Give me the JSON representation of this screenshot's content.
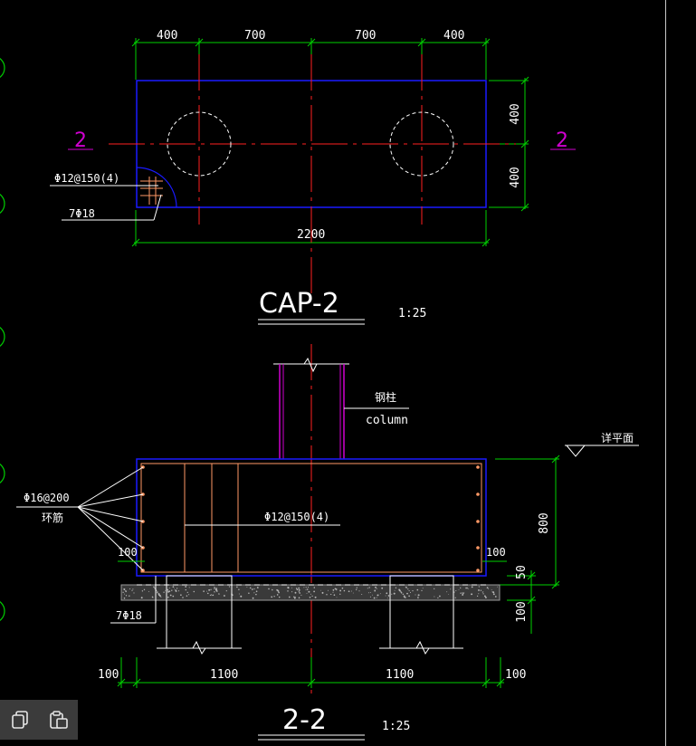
{
  "plan": {
    "dims_top": [
      "400",
      "700",
      "700",
      "400"
    ],
    "dim_overall": "2200",
    "dims_right": [
      "400",
      "400"
    ],
    "section_mark": "2",
    "rebar_callout_1": "Φ12@150(4)",
    "rebar_callout_2": "7Φ18"
  },
  "plan_title": "CAP-2",
  "plan_scale": "1:25",
  "section": {
    "column_label_1": "钢柱",
    "column_label_2": "column",
    "level_label": "详平面",
    "stirrup_label_1": "Φ16@200",
    "stirrup_label_2": "环筋",
    "inner_rebar": "Φ12@150(4)",
    "cover_left": "100",
    "cover_right": "100",
    "height_dim": "800",
    "dim_50": "50",
    "dim_100": "100",
    "bottom_rebar": "7Φ18",
    "dims_bottom": [
      "100",
      "1100",
      "1100",
      "100"
    ]
  },
  "section_title": "2-2",
  "section_scale": "1:25",
  "toolbar": {
    "copy_icon": "copy-icon",
    "paste_icon": "paste-icon"
  },
  "colors": {
    "outline_blue": "#1a1aff",
    "dim_green": "#00d000",
    "axis_red": "#ff2020",
    "rebar_orange": "#ff9966",
    "column_magenta": "#d000d0",
    "text_white": "#ffffff"
  }
}
